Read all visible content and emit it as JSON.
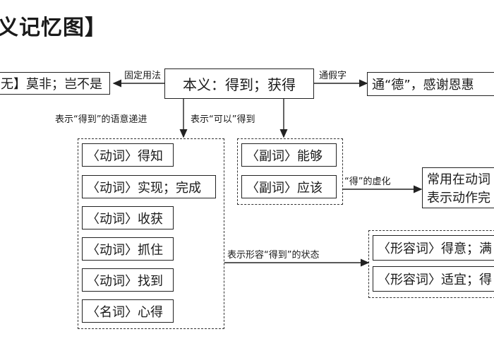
{
  "title": "义记忆图】",
  "central": "本义：得到；获得",
  "left_box": "无】莫非；岂不是",
  "right_box": "通“德”，感谢恩惠",
  "labels": {
    "fixed_usage": "固定用法",
    "tongjiazi": "通假字",
    "semantic_progression": "表示“得到”的语意递进",
    "means_can": "表示“可以”得到",
    "virtualization": "“得”的虚化",
    "adjective_state": "表示形容“得到”的状态"
  },
  "verbs": [
    "〈动词〉得知",
    "〈动词〉实现；完成",
    "〈动词〉收获",
    "〈动词〉抓住",
    "〈动词〉找到",
    "〈名词〉心得"
  ],
  "adverbs": [
    "〈副词〉能够",
    "〈副词〉应该"
  ],
  "particle_box": [
    "常用在动词",
    "表示动作完"
  ],
  "adjectives": [
    "〈形容词〉得意；满",
    "〈形容词〉适宜；得"
  ]
}
